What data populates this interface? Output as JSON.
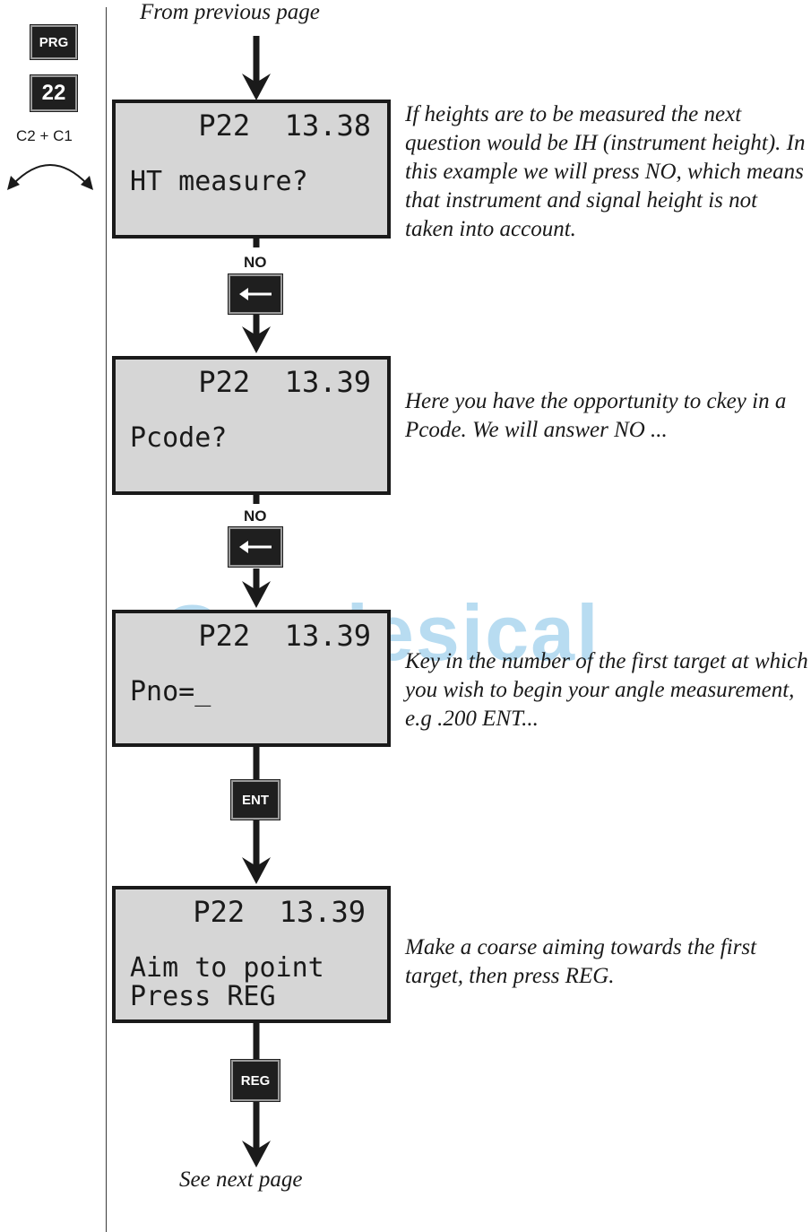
{
  "side": {
    "prg_key": "PRG",
    "program_number": "22",
    "combo": "C2 + C1"
  },
  "captions": {
    "top": "From previous page",
    "bottom": "See next page"
  },
  "screens": [
    {
      "line1": "P22  13.38",
      "line2": "HT measure?",
      "line3": ""
    },
    {
      "line1": "P22  13.39",
      "line2": "Pcode?",
      "line3": ""
    },
    {
      "line1": "P22  13.39",
      "line2": "Pno=_",
      "line3": ""
    },
    {
      "line1": "P22  13.39",
      "line2": "Aim to point",
      "line3": "Press REG"
    }
  ],
  "keys": {
    "no1_label": "NO",
    "no2_label": "NO",
    "ent": "ENT",
    "reg": "REG"
  },
  "notes": [
    "If heights are to be measured the next question would be IH (instrument height). In this example we will press NO, which means that instrument and signal height is not taken into account.",
    "Here you have the opportunity to ckey in a Pcode. We will answer NO ...",
    "Key in the number of the first target at which you wish to begin your angle measurement, e.g .200 ENT...",
    "Make a coarse aiming towards the first target, then press REG."
  ],
  "watermark": "Geodesical"
}
